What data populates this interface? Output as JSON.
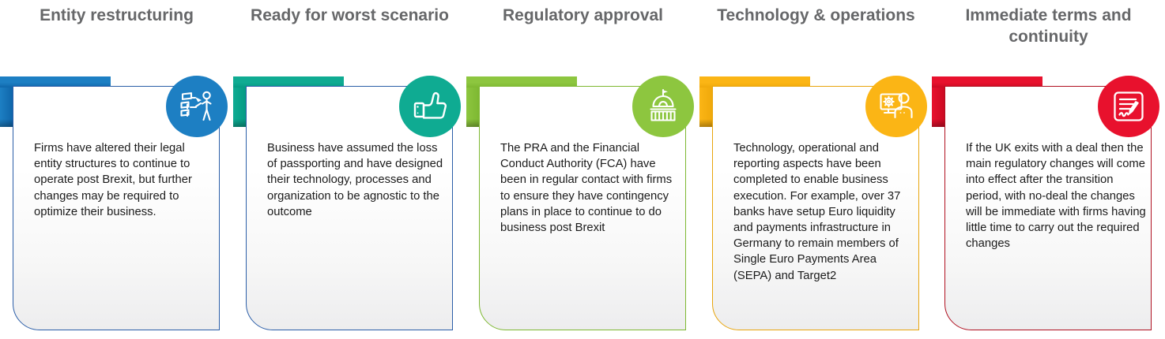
{
  "infographic": {
    "title_text_color": "#666769",
    "body_text_color": "#1b1b1b",
    "cards": [
      {
        "heading": "Entity restructuring",
        "body": "Firms have altered their legal entity structures to continue to operate post Brexit, but further changes may be required to optimize their business.",
        "icon": "presenter-flowchart-icon",
        "accent": "#1d7fc3",
        "accent_dark": "#0f66aa",
        "border": "#2b5ea8"
      },
      {
        "heading": "Ready for worst scenario",
        "body": "Business have assumed the loss of passporting and have designed their technology, processes and organization to be agnostic to the outcome",
        "icon": "thumbs-up-icon",
        "accent": "#0fab92",
        "accent_dark": "#059b84",
        "border": "#2b5ea8"
      },
      {
        "heading": "Regulatory approval",
        "body": "The PRA and the Financial Conduct Authority (FCA) have been in regular contact with firms to ensure they have contingency plans in place to continue to do business post Brexit",
        "icon": "government-building-icon",
        "accent": "#8dc63f",
        "accent_dark": "#7eb832",
        "border": "#7eb832"
      },
      {
        "heading": "Technology & operations",
        "body": "Technology, operational and reporting aspects have been completed to enable business execution. For example, over 37 banks have setup Euro liquidity and payments infrastructure in Germany to remain members of Single Euro Payments Area (SEPA) and Target2",
        "icon": "monitor-gear-person-icon",
        "accent": "#fbb515",
        "accent_dark": "#f0a90b",
        "border": "#e8a50d"
      },
      {
        "heading": "Immediate terms and continuity",
        "body": "If the UK exits with a deal then the main regulatory changes will come into effect after the transition period, with no-deal the changes will be immediate with firms having little time to carry out the required changes",
        "icon": "signed-document-icon",
        "accent": "#e8112d",
        "accent_dark": "#cc0a23",
        "border": "#b01020"
      }
    ]
  }
}
